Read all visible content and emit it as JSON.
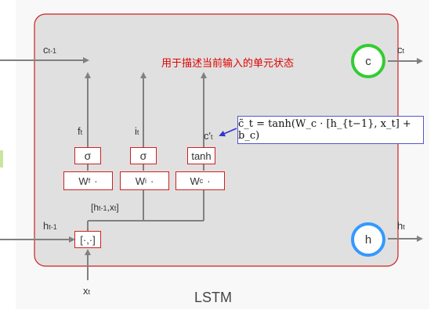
{
  "diagram": {
    "title": "LSTM",
    "annotation": "用于描述当前输入的单元状态",
    "equation": "c̃_t = tanh(W_c · [h_{t−1}, x_t] + b_c)",
    "inputs": {
      "c_prev": "c",
      "c_prev_sub": "t-1",
      "h_prev": "h",
      "h_prev_sub": "t-1",
      "x": "x",
      "x_sub": "t"
    },
    "outputs": {
      "c": "c",
      "c_sub": "t",
      "h": "h",
      "h_sub": "t"
    },
    "gate_labels": {
      "f": "f",
      "f_sub": "t",
      "i": "i",
      "i_sub": "t",
      "c_tilde": "c'",
      "c_tilde_sub": "t"
    },
    "activations": [
      "σ",
      "σ",
      "tanh"
    ],
    "weights": [
      {
        "w": "W",
        "sub": "f",
        "dot": "·"
      },
      {
        "w": "W",
        "sub": "i",
        "dot": "·"
      },
      {
        "w": "W",
        "sub": "c",
        "dot": "·"
      }
    ],
    "concat_label": {
      "open": "[h",
      "sub1": "t-1",
      "mid": ",x",
      "sub2": "t",
      "close": "]"
    },
    "concat_box": "[·,·]",
    "cell_c": "c",
    "cell_h": "h",
    "colors": {
      "box_border": "#d02020",
      "panel_fill": "#e0e0e0",
      "c_ring": "#33cc33",
      "h_ring": "#3399ff",
      "arrow": "#808080",
      "annotation": "#e00000",
      "pointer": "#3333cc",
      "equation_border": "#5555cc"
    }
  }
}
